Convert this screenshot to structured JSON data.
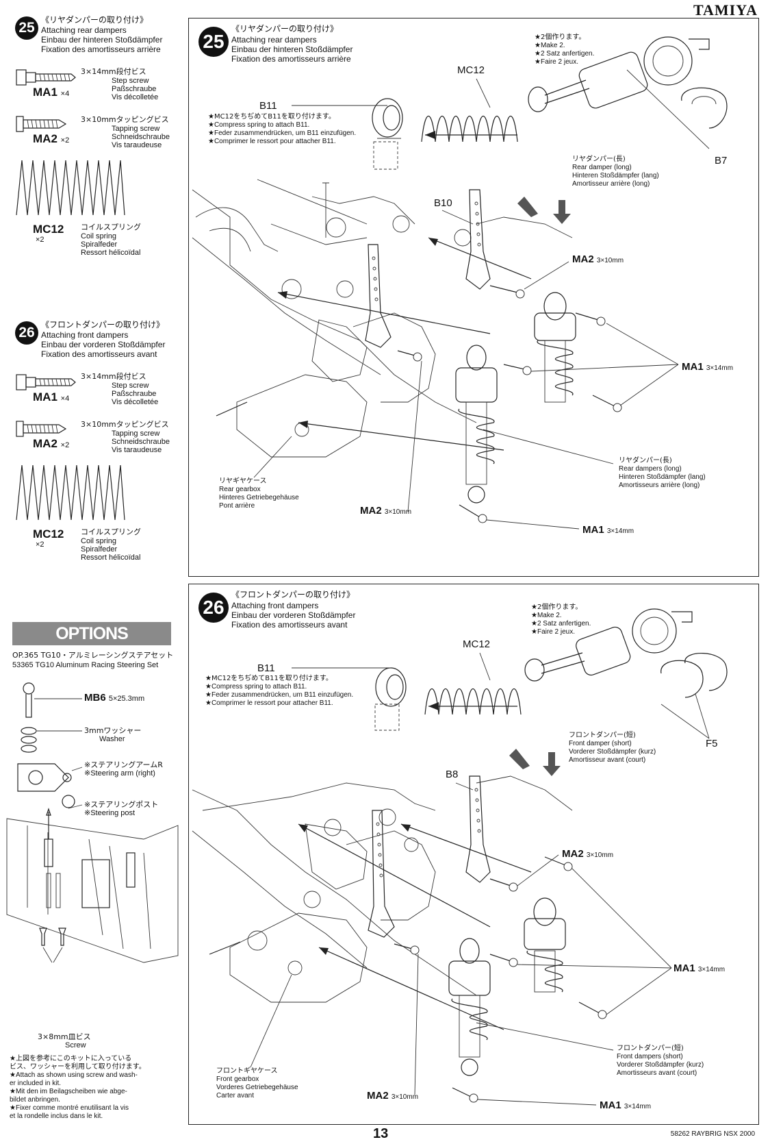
{
  "header": {
    "brand": "TAMIYA"
  },
  "footer": {
    "page_number": "13",
    "kit_code": "58262 RAYBRIG NSX 2000"
  },
  "step25": {
    "number": "25",
    "title_jp": "《リヤダンパーの取り付け》",
    "title_en": "Attaching rear dampers",
    "title_de": "Einbau der hinteren Stoßdämpfer",
    "title_fr": "Fixation des amortisseurs arrière",
    "parts": [
      {
        "code": "MA1",
        "qty": "×4",
        "size_jp": "3×14mm段付ビス",
        "en": "Step screw",
        "de": "Paßschraube",
        "fr": "Vis décolletée"
      },
      {
        "code": "MA2",
        "qty": "×2",
        "size_jp": "3×10mmタッピングビス",
        "en": "Tapping screw",
        "de": "Schneidschraube",
        "fr": "Vis taraudeuse"
      },
      {
        "code": "MC12",
        "qty": "×2",
        "size_jp": "コイルスプリング",
        "en": "Coil spring",
        "de": "Spiralfeder",
        "fr": "Ressort hélicoïdal"
      }
    ],
    "diagram": {
      "make2": [
        "★2個作ります。",
        "★Make 2.",
        "★2 Satz anfertigen.",
        "★Faire 2 jeux."
      ],
      "mc12": "MC12",
      "b11": "B11",
      "b11_note": [
        "★MC12をちぢめてB11を取り付けます。",
        "★Compress spring to attach B11.",
        "★Feder zusammendrücken, um B11 einzufügen.",
        "★Comprimer le ressort pour attacher B11."
      ],
      "b7": "B7",
      "b10": "B10",
      "damper_label": [
        "リヤダンパー(長)",
        "Rear damper (long)",
        "Hinteren Stoßdämpfer (lang)",
        "Amortisseur arrière (long)"
      ],
      "damper_label2": [
        "リヤダンパー(長)",
        "Rear dampers (long)",
        "Hinteren Stoßdämpfer (lang)",
        "Amortisseurs arrière (long)"
      ],
      "gearbox": [
        "リヤギヤケース",
        "Rear gearbox",
        "Hinteres Getriebegehäuse",
        "Pont arrière"
      ],
      "ma2": "MA2",
      "ma2_size": "3×10mm",
      "ma1": "MA1",
      "ma1_size": "3×14mm"
    }
  },
  "step26": {
    "number": "26",
    "title_jp": "《フロントダンパーの取り付け》",
    "title_en": "Attaching front dampers",
    "title_de": "Einbau der vorderen Stoßdämpfer",
    "title_fr": "Fixation des amortisseurs avant",
    "parts": [
      {
        "code": "MA1",
        "qty": "×4",
        "size_jp": "3×14mm段付ビス",
        "en": "Step screw",
        "de": "Paßschraube",
        "fr": "Vis décolletée"
      },
      {
        "code": "MA2",
        "qty": "×2",
        "size_jp": "3×10mmタッピングビス",
        "en": "Tapping screw",
        "de": "Schneidschraube",
        "fr": "Vis taraudeuse"
      },
      {
        "code": "MC12",
        "qty": "×2",
        "size_jp": "コイルスプリング",
        "en": "Coil spring",
        "de": "Spiralfeder",
        "fr": "Ressort hélicoïdal"
      }
    ],
    "diagram": {
      "make2": [
        "★2個作ります。",
        "★Make 2.",
        "★2 Satz anfertigen.",
        "★Faire 2 jeux."
      ],
      "mc12": "MC12",
      "b11": "B11",
      "b11_note": [
        "★MC12をちぢめてB11を取り付けます。",
        "★Compress spring to attach B11.",
        "★Feder zusammendrücken, um B11 einzufügen.",
        "★Comprimer le ressort pour attacher B11."
      ],
      "f5": "F5",
      "b8": "B8",
      "damper_label": [
        "フロントダンパー(短)",
        "Front damper (short)",
        "Vorderer Stoßdämpfer (kurz)",
        "Amortisseur avant (court)"
      ],
      "damper_label2": [
        "フロントダンパー(短)",
        "Front dampers (short)",
        "Vorderer Stoßdämpfer (kurz)",
        "Amortisseurs avant (court)"
      ],
      "gearbox": [
        "フロントギヤケース",
        "Front gearbox",
        "Vorderes Getriebegehäuse",
        "Carter avant"
      ],
      "ma2": "MA2",
      "ma2_size": "3×10mm",
      "ma1": "MA1",
      "ma1_size": "3×14mm"
    }
  },
  "options": {
    "heading": "OPTIONS",
    "item_jp": "OP.365 TG10・アルミレーシングステアセット",
    "item_en": "53365 TG10 Aluminum Racing Steering Set",
    "mb6": "MB6",
    "mb6_size": "5×25.3mm",
    "washer_jp": "3mmワッシャー",
    "washer_en": "Washer",
    "arm_jp": "※ステアリングアームR",
    "arm_en": "※Steering arm (right)",
    "post_jp": "※ステアリングポスト",
    "post_en": "※Steering post",
    "screw_jp": "3×8mm皿ビス",
    "screw_en": "Screw",
    "notes": [
      "★上図を参考にこのキットに入っている",
      "ビス、ワッシャーを利用して取り付けます。",
      "★Attach as shown using screw and wash-",
      "er included in kit.",
      "★Mit den im Beilagscheiben wie abge-",
      "bildet anbringen.",
      "★Fixer comme montré enutilisant la vis",
      "et la rondelle inclus dans le kit."
    ]
  }
}
